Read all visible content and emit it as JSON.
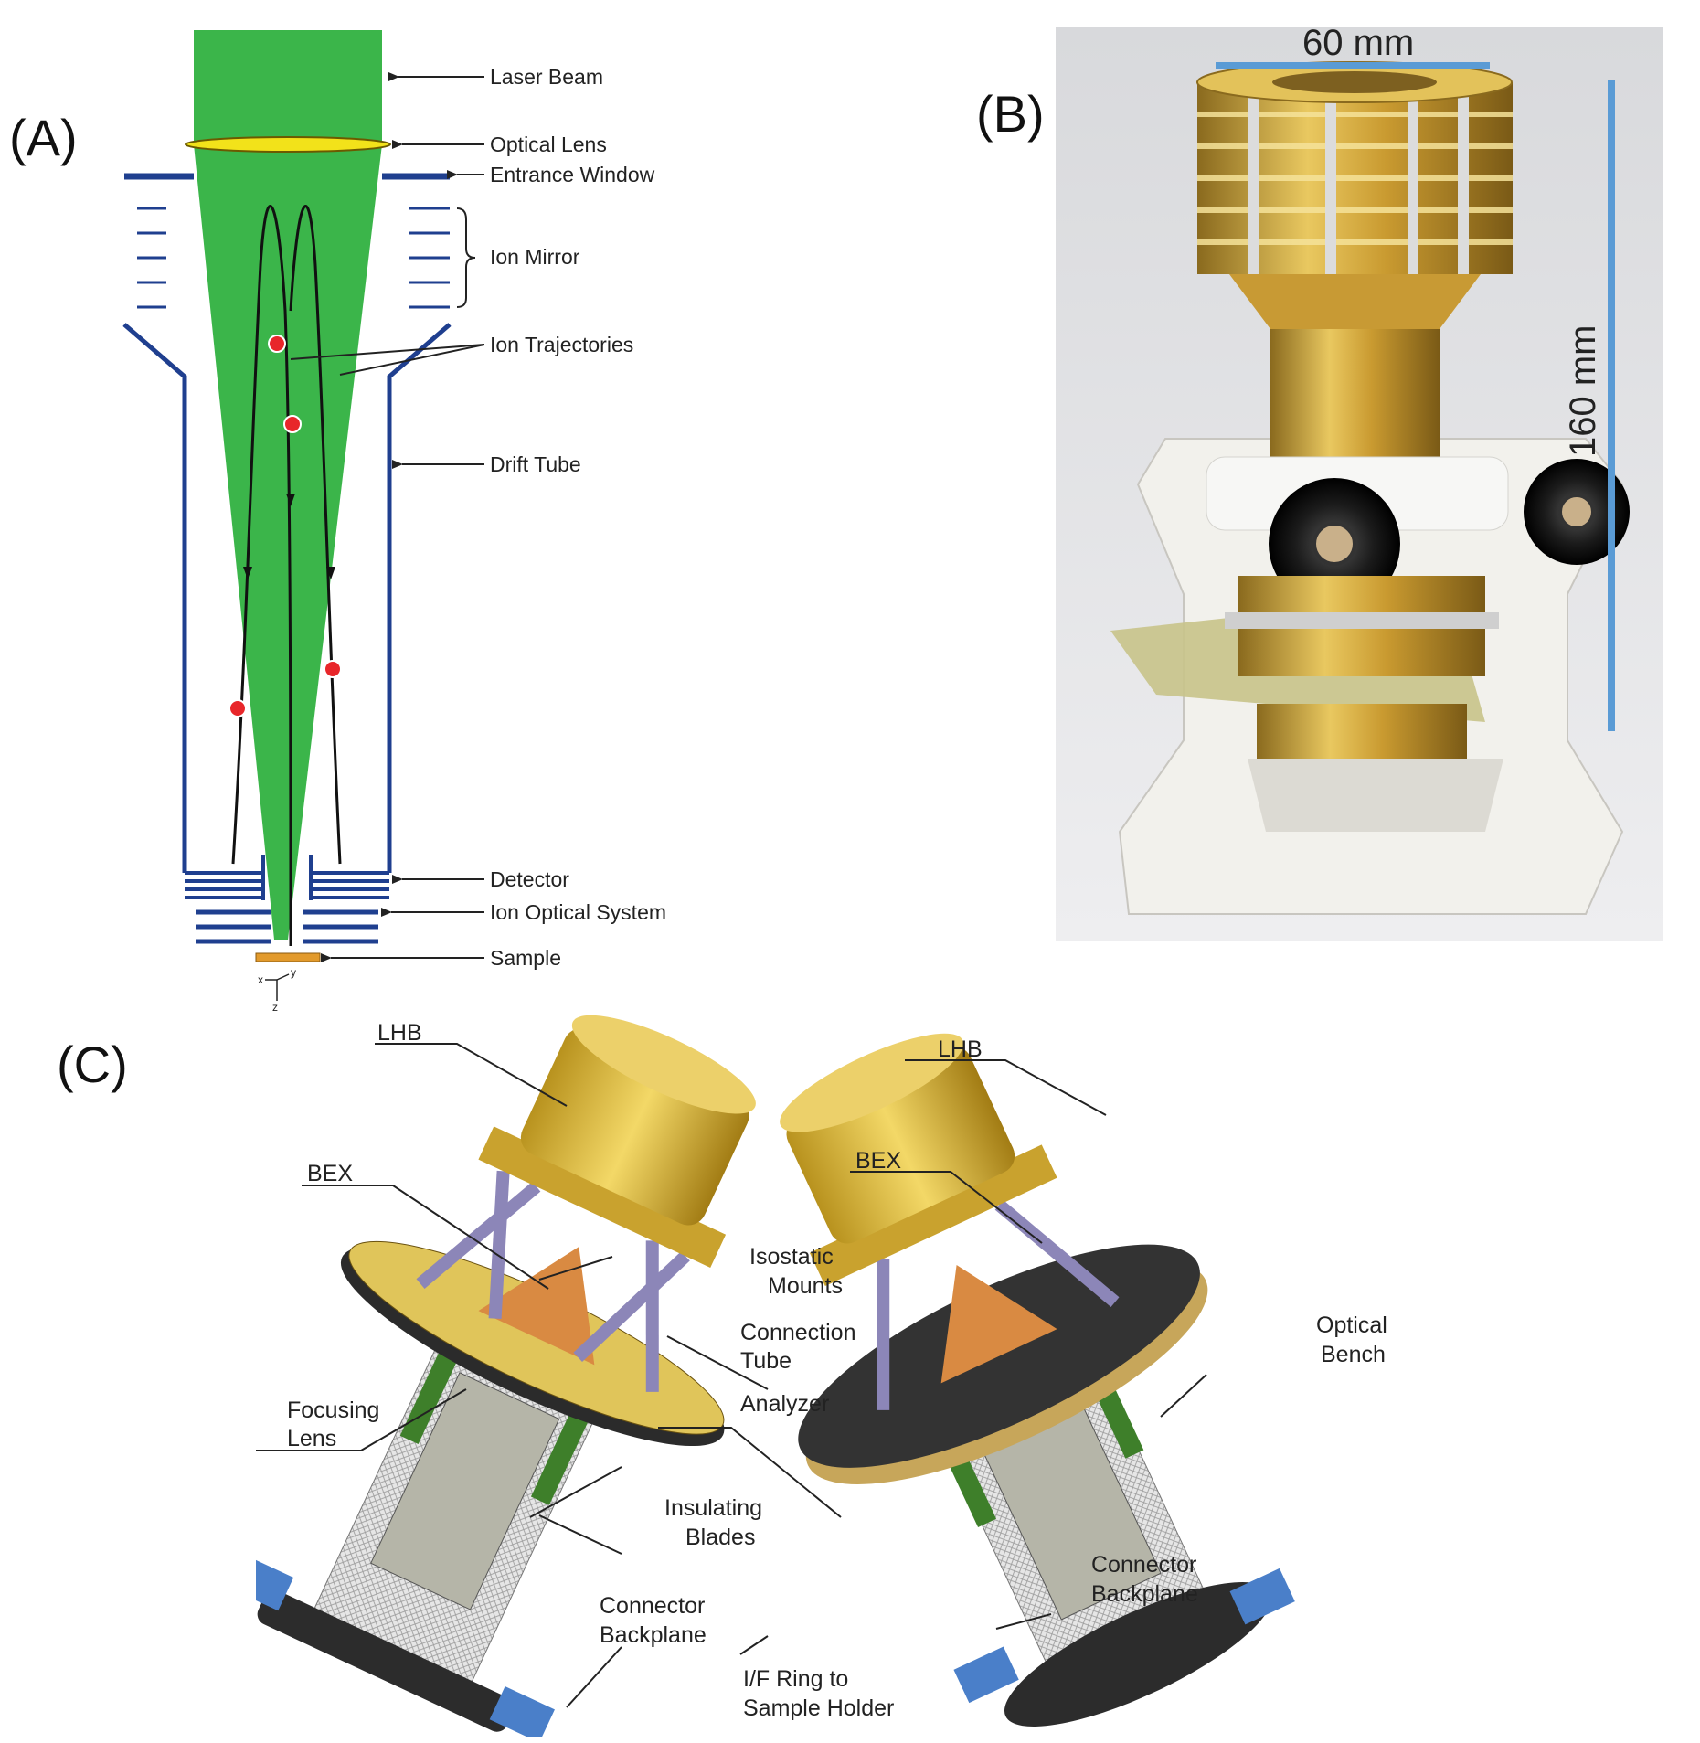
{
  "panels": {
    "a": {
      "letter": "(A)",
      "labels": {
        "laser_beam": "Laser Beam",
        "optical_lens": "Optical Lens",
        "entrance_window": "Entrance Window",
        "ion_mirror": "Ion Mirror",
        "ion_trajectories": "Ion Trajectories",
        "drift_tube": "Drift Tube",
        "detector": "Detector",
        "ion_optical_system": "Ion Optical System",
        "sample": "Sample"
      },
      "axes": {
        "x": "x",
        "y": "y",
        "z": "z"
      }
    },
    "b": {
      "letter": "(B)",
      "width_label": "60 mm",
      "height_label": "160 mm"
    },
    "c": {
      "letter": "(C)",
      "left": {
        "lhb": "LHB",
        "bex": "BEX",
        "isostatic_1": "Isostatic",
        "isostatic_2": "Mounts",
        "focusing_1": "Focusing",
        "focusing_2": "Lens",
        "insulating_1": "Insulating",
        "insulating_2": "Blades",
        "connector_1": "Connector",
        "connector_2": "Backplane"
      },
      "right": {
        "lhb": "LHB",
        "bex": "BEX",
        "connection_1": "Connection",
        "connection_2": "Tube",
        "analyzer": "Analyzer",
        "optical_1": "Optical",
        "optical_2": "Bench",
        "connector_1": "Connector",
        "connector_2": "Backplane",
        "ifring_1": "I/F Ring to",
        "ifring_2": "Sample Holder"
      }
    }
  },
  "colors": {
    "laser_green": "#3bb54a",
    "tube_blue": "#1f3f8f",
    "lens_yellow": "#f2e21a",
    "ion_red": "#e8262a",
    "sample_orange": "#e29a2c",
    "scale_blue": "#5a9bd5",
    "gold": "#d4a93a"
  }
}
